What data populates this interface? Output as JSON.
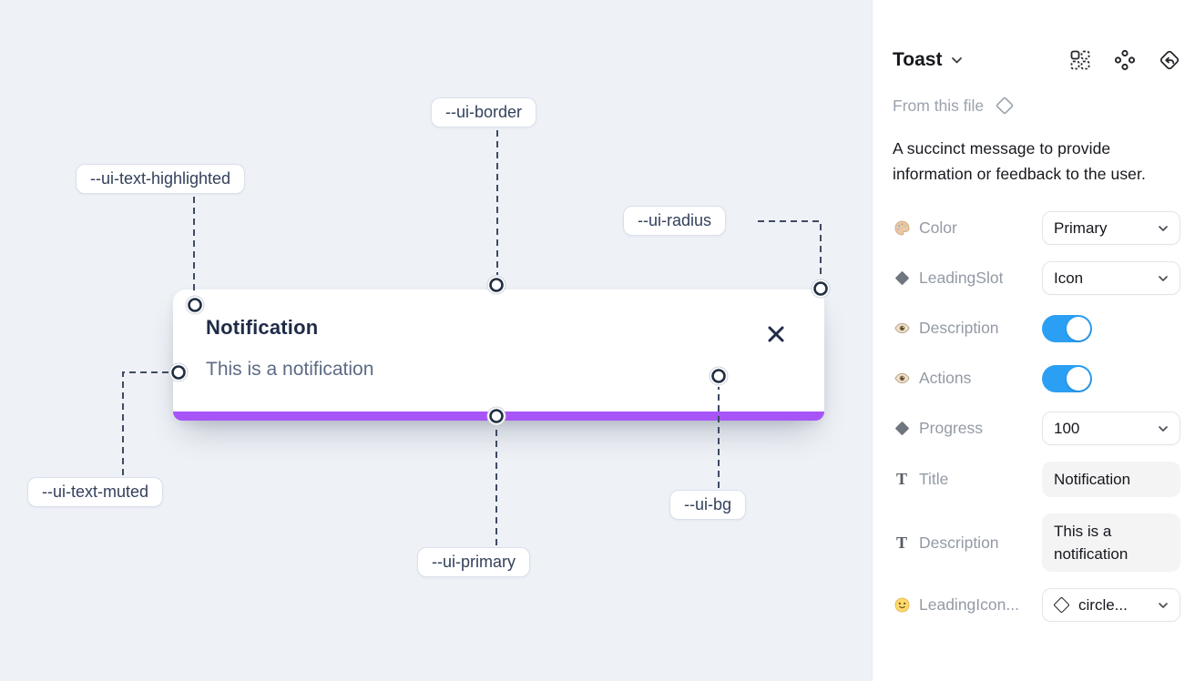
{
  "colors": {
    "canvas_bg": "#eef1f6",
    "panel_bg": "#ffffff",
    "primary_purple": "#a855f7",
    "toggle_blue": "#2b9ff4",
    "toast_title_text": "#1f2b47",
    "toast_muted_text": "#5c6b85",
    "annotation_line": "#3f4b63"
  },
  "canvas": {
    "toast": {
      "title": "Notification",
      "description": "This is a notification",
      "progress_percent": 100
    },
    "annotations": [
      {
        "label": "--ui-border"
      },
      {
        "label": "--ui-text-highlighted"
      },
      {
        "label": "--ui-radius"
      },
      {
        "label": "--ui-text-muted"
      },
      {
        "label": "--ui-primary"
      },
      {
        "label": "--ui-bg"
      }
    ]
  },
  "panel": {
    "title": "Toast",
    "source_label": "From this file",
    "description": "A succinct message to provide information or feedback to the user.",
    "header_icons": [
      "instance-swap-icon",
      "component-props-icon",
      "return-to-component-icon"
    ],
    "properties": [
      {
        "label": "Color",
        "icon": "palette-icon",
        "control": "select",
        "value": "Primary"
      },
      {
        "label": "LeadingSlot",
        "icon": "diamond-icon",
        "control": "select",
        "value": "Icon"
      },
      {
        "label": "Description",
        "icon": "eye-icon",
        "control": "toggle",
        "value": "on"
      },
      {
        "label": "Actions",
        "icon": "eye-icon",
        "control": "toggle",
        "value": "on"
      },
      {
        "label": "Progress",
        "icon": "diamond-icon",
        "control": "select",
        "value": "100"
      },
      {
        "label": "Title",
        "icon": "text-icon",
        "control": "textfield",
        "value": "Notification"
      },
      {
        "label": "Description",
        "icon": "text-icon",
        "control": "textfield",
        "value": "This is a notification"
      },
      {
        "label": "LeadingIcon...",
        "icon": "smiley-icon",
        "control": "select",
        "value": "circle...",
        "value_icon": "diamond-outline-icon"
      }
    ]
  }
}
